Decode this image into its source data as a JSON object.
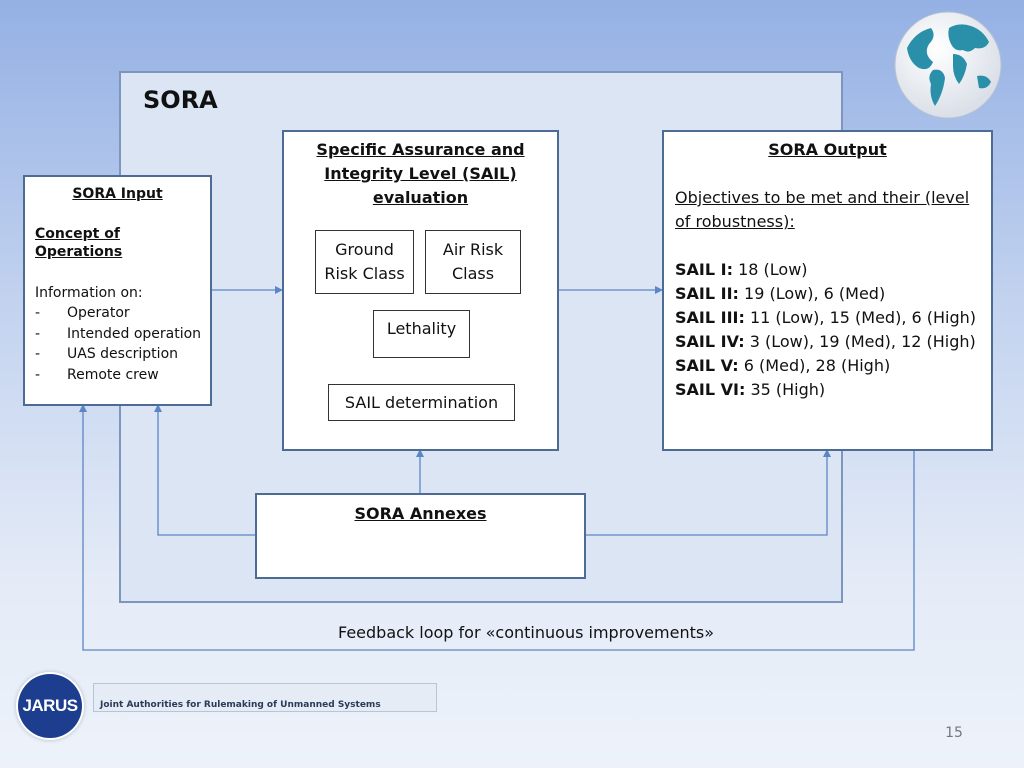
{
  "title": "SORA",
  "input_box": {
    "title": "SORA Input",
    "subtitle": "Concept of Operations",
    "info_label": "Information on:",
    "items": [
      "Operator",
      "Intended operation",
      "UAS description",
      "Remote crew"
    ]
  },
  "sail_box": {
    "title_line1": "Specific Assurance and",
    "title_line2": "Integrity Level (SAIL)",
    "title_line3": "evaluation",
    "ground_risk_line1": "Ground",
    "ground_risk_line2": "Risk Class",
    "air_risk_line1": "Air Risk",
    "air_risk_line2": "Class",
    "lethality": "Lethality",
    "sail_determination": "SAIL determination"
  },
  "output_box": {
    "title": "SORA Output",
    "objectives_line1": "Objectives to be met and their (level",
    "objectives_line2": "of robustness):",
    "rows": [
      {
        "label": "SAIL I:",
        "value": "18 (Low)"
      },
      {
        "label": "SAIL II:",
        "value": "19 (Low), 6 (Med)"
      },
      {
        "label": "SAIL III:",
        "value": "11 (Low), 15 (Med), 6 (High)"
      },
      {
        "label": "SAIL IV:",
        "value": "3 (Low), 19 (Med), 12 (High)"
      },
      {
        "label": "SAIL V:",
        "value": "6 (Med), 28 (High)"
      },
      {
        "label": "SAIL VI:",
        "value": "35 (High)"
      }
    ]
  },
  "annexes": "SORA Annexes",
  "feedback": "Feedback loop for «continuous improvements»",
  "footer": {
    "logo_text": "JARUS",
    "org_name": "Joint Authorities for Rulemaking of Unmanned Systems",
    "page_number": "15"
  },
  "colors": {
    "arrow": "#5b86c5",
    "box_border": "#4e6b96",
    "logo_bg": "#1d3d8f"
  }
}
